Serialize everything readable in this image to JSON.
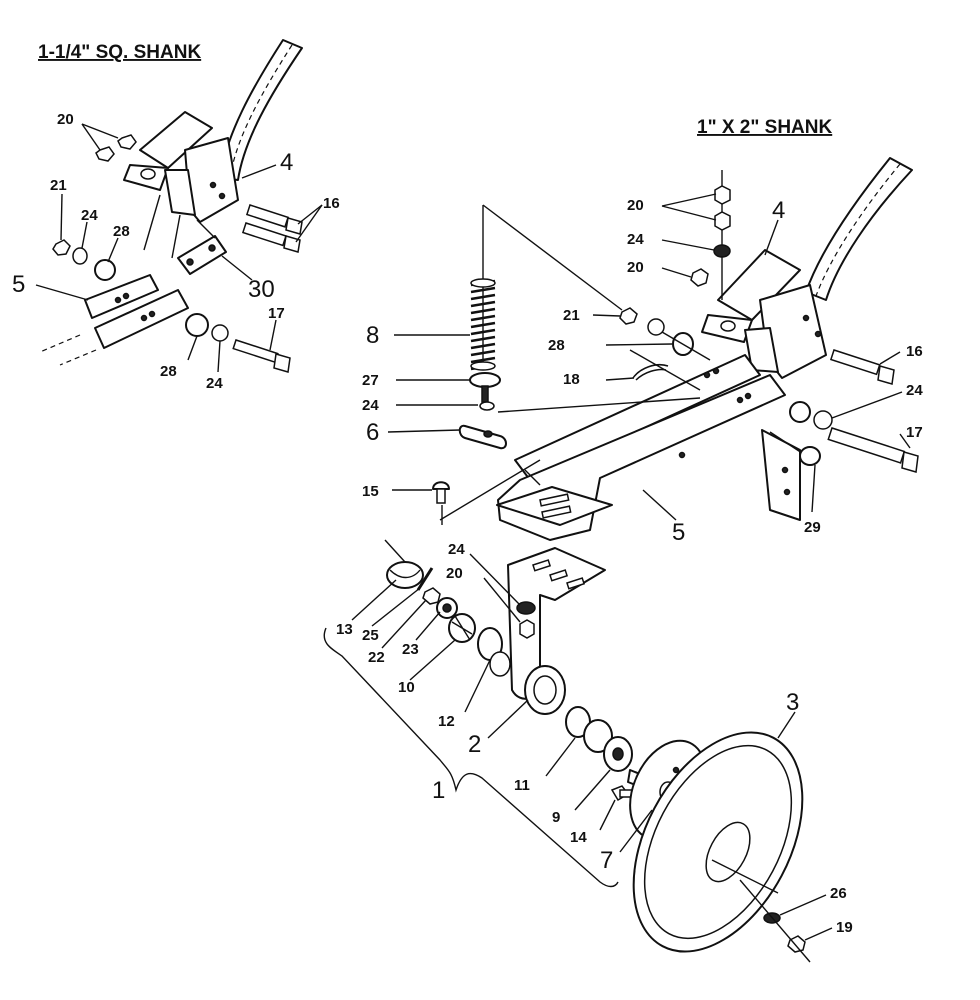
{
  "headings": {
    "left": "1-1/4\" SQ. SHANK",
    "right": "1\" X 2\" SHANK"
  },
  "labels": {
    "l20": "20",
    "l21": "21",
    "l24a": "24",
    "l28a": "28",
    "l4a": "4",
    "l16a": "16",
    "l5a": "5",
    "l30": "30",
    "l28b": "28",
    "l24b": "24",
    "l17a": "17",
    "r20a": "20",
    "r24a": "24",
    "r20b": "20",
    "r4": "4",
    "r21": "21",
    "r28": "28",
    "r18": "18",
    "r16": "16",
    "r24b": "24",
    "r17": "17",
    "r8": "8",
    "r27": "27",
    "r24c": "24",
    "r6": "6",
    "r15": "15",
    "r5": "5",
    "r29": "29",
    "b24": "24",
    "b20": "20",
    "b13": "13",
    "b25": "25",
    "b22": "22",
    "b23": "23",
    "b10": "10",
    "b12": "12",
    "b2": "2",
    "b11": "11",
    "b9": "9",
    "b14": "14",
    "b7": "7",
    "b1": "1",
    "b3": "3",
    "b26": "26",
    "b19": "19"
  }
}
